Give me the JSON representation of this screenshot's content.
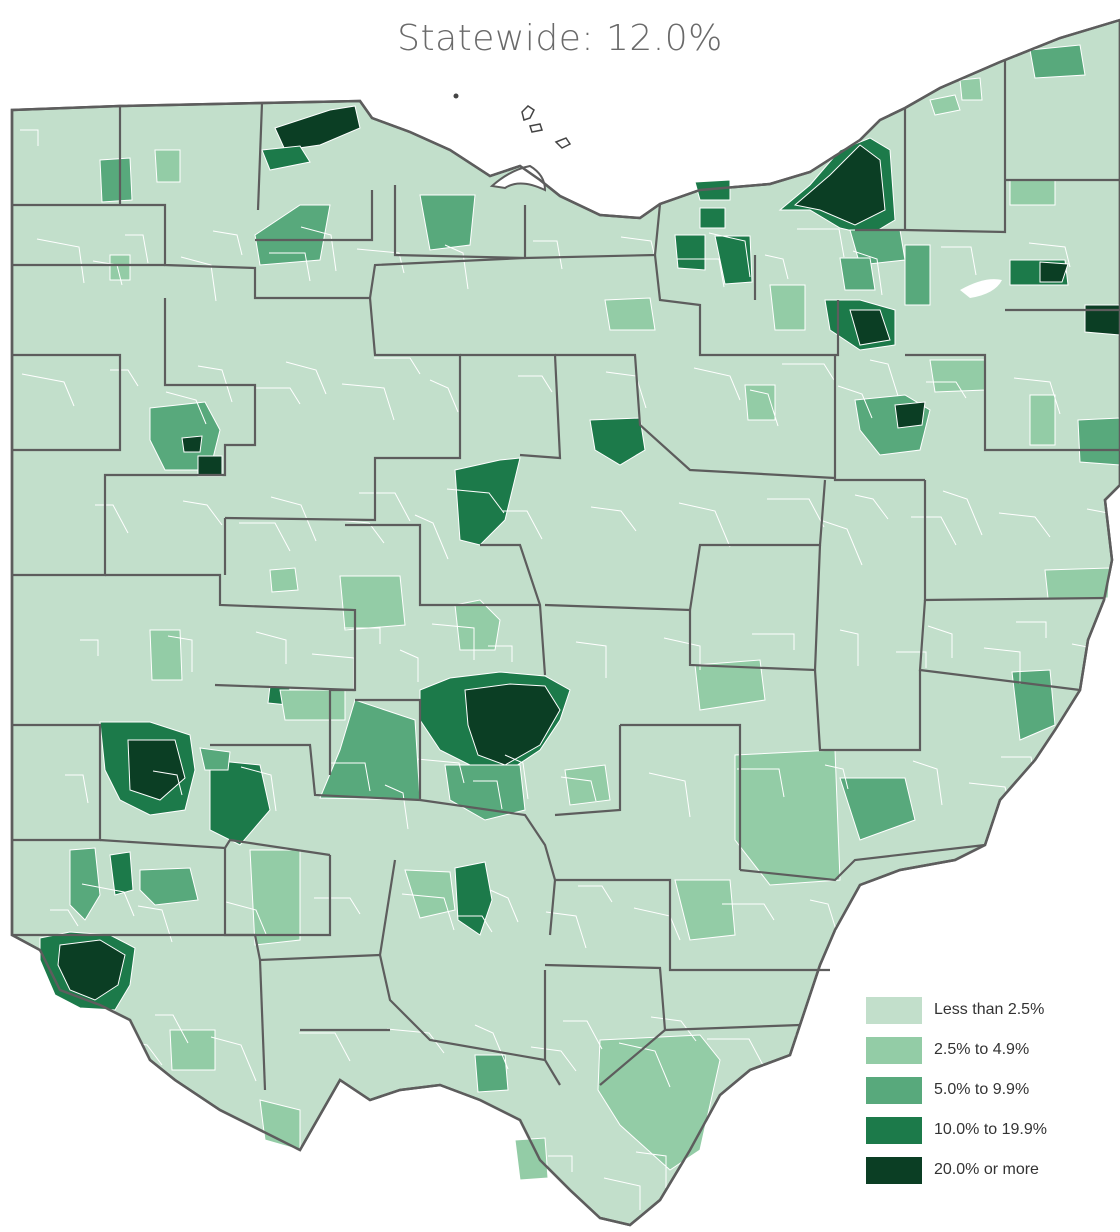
{
  "title": "Statewide: 12.0%",
  "colors": {
    "background": "#ffffff",
    "state_fill": "#c2dfcb",
    "county_border": "#5d5d5d",
    "district_border": "#ffffff",
    "lake": "#ffffff"
  },
  "legend": [
    {
      "label": "Less than 2.5%",
      "color": "#c2dfcb"
    },
    {
      "label": "2.5% to 4.9%",
      "color": "#93cca6"
    },
    {
      "label": "5.0% to 9.9%",
      "color": "#58a97c"
    },
    {
      "label": "10.0% to 19.9%",
      "color": "#1c7a4a"
    },
    {
      "label": "20.0% or more",
      "color": "#0b3e24"
    }
  ]
}
